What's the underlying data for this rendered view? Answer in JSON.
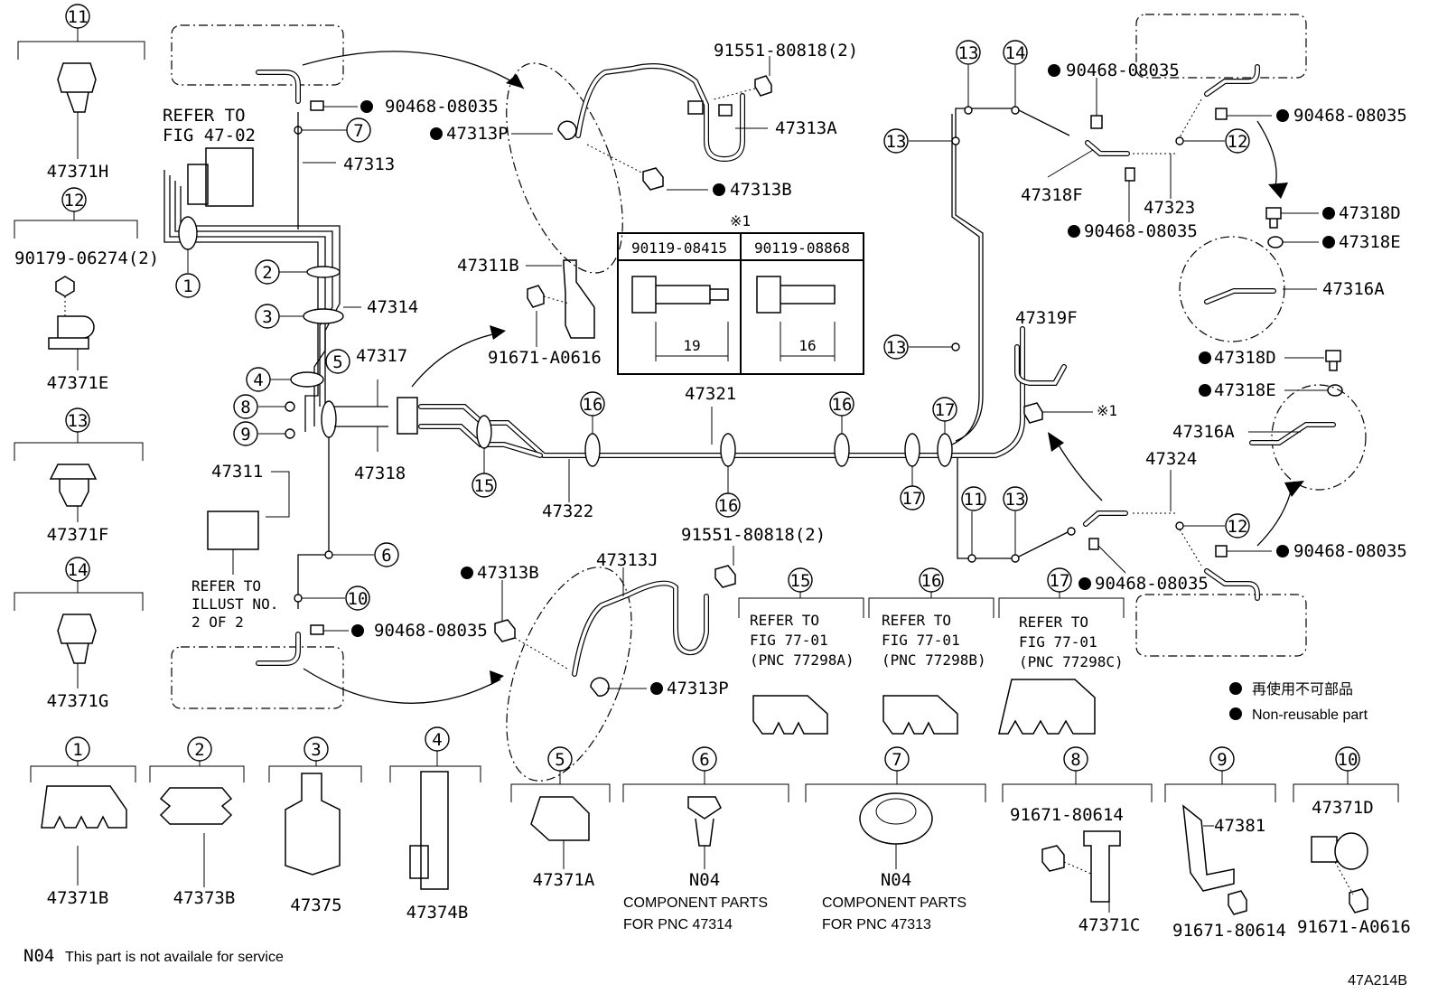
{
  "part_labels": {
    "p47371H": "47371H",
    "p90179": "90179-06274(2)",
    "p47371E": "47371E",
    "p47371F": "47371F",
    "p47371G": "47371G",
    "p47371B": "47371B",
    "p47373B": "47373B",
    "p47375": "47375",
    "p47374B": "47374B",
    "p47371A": "47371A",
    "p47313": "47313",
    "p47314": "47314",
    "p47317": "47317",
    "p47318": "47318",
    "p47311": "47311",
    "p47322": "47322",
    "p47321": "47321",
    "p47313P_a": "47313P",
    "p47313A": "47313A",
    "p47313B_a": "47313B",
    "p91551_a": "91551-80818(2)",
    "p90468_a": "90468-08035",
    "p47311B": "47311B",
    "p91671A_a": "91671-A0616",
    "p47313B_b": "47313B",
    "p47313J": "47313J",
    "p91551_b": "91551-80818(2)",
    "p47313P_b": "47313P",
    "p90468_b": "90468-08035",
    "p90468_c": "90468-08035",
    "p47318F": "47318F",
    "p47323": "47323",
    "p90468_d": "90468-08035",
    "p90468_e": "90468-08035",
    "p47318D_a": "47318D",
    "p47318E_a": "47318E",
    "p47316A_a": "47316A",
    "p47319F": "47319F",
    "p47318D_b": "47318D",
    "p47318E_b": "47318E",
    "p47316A_b": "47316A",
    "p47324": "47324",
    "p90468_f": "90468-08035",
    "p90468_g": "90468-08035",
    "p91671_80614a": "91671-80614",
    "p47371C": "47371C",
    "p47381": "47381",
    "p91671_80614b": "91671-80614",
    "p47371D": "47371D",
    "p91671A_b": "91671-A0616",
    "n04a": "N04",
    "n04b": "N04"
  },
  "callout_numbers": [
    "11",
    "12",
    "13",
    "14",
    "1",
    "2",
    "3",
    "4",
    "5",
    "6",
    "7",
    "8",
    "9",
    "10",
    "15",
    "16",
    "17"
  ],
  "refer_texts": {
    "fig4702_l1": "REFER TO",
    "fig4702_l2": "FIG 47-02",
    "illust_l1": "REFER TO",
    "illust_l2": "ILLUST NO.",
    "illust_l3": "2 OF 2",
    "r15_l1": "REFER TO",
    "r15_l2": "FIG 77-01",
    "r15_l3": "(PNC 77298A)",
    "r16_l1": "REFER TO",
    "r16_l2": "FIG 77-01",
    "r16_l3": "(PNC 77298B)",
    "r17_l1": "REFER TO",
    "r17_l2": "FIG 77-01",
    "r17_l3": "(PNC 77298C)"
  },
  "bolt_table": {
    "note": "※1",
    "col1": "90119-08415",
    "col2": "90119-08868",
    "len1": "19",
    "len2": "16"
  },
  "note_mark_ref": "※1",
  "component_notes": {
    "c1_l1": "COMPONENT PARTS",
    "c1_l2": "FOR PNC 47314",
    "c2_l1": "COMPONENT PARTS",
    "c2_l2": "FOR PNC 47313"
  },
  "legend": {
    "jp": "再使用不可部品",
    "en": "Non-reusable part"
  },
  "footer": {
    "n04": "N04",
    "n04_text": "This part is not availale for service",
    "fig_id": "47A214B"
  }
}
